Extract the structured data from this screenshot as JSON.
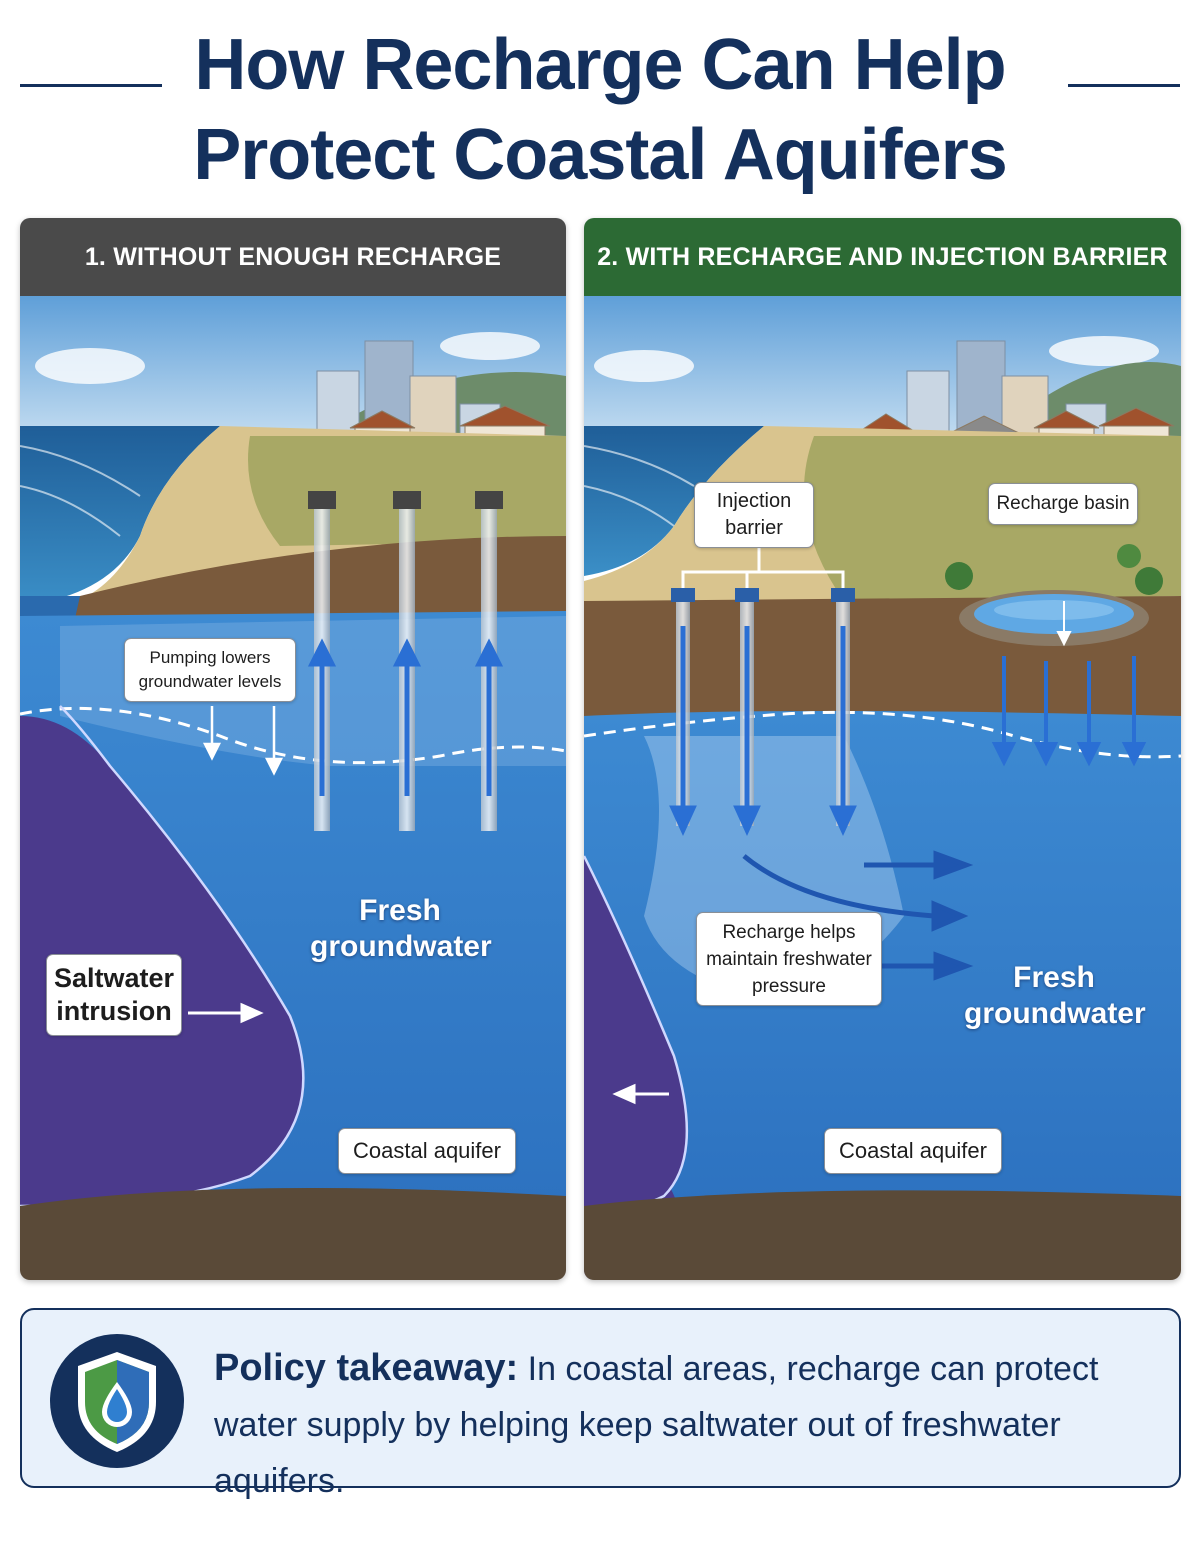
{
  "title": {
    "line1": "How Recharge Can Help",
    "line2": "Protect Coastal Aquifers"
  },
  "colors": {
    "navy": "#14305c",
    "panel1_header": "#4a4a4a",
    "panel2_header": "#2c6a34",
    "freshwater": "#2e78c8",
    "saltwater": "#4b3a8c",
    "soil": "#7a5a3c"
  },
  "panel1": {
    "header": "1. WITHOUT ENOUGH RECHARGE",
    "pumping_label": {
      "line1": "Pumping lowers",
      "line2": "groundwater levels"
    },
    "fresh_label": {
      "line1": "Fresh",
      "line2": "groundwater"
    },
    "saltwater_label": {
      "line1": "Saltwater",
      "line2": "intrusion"
    },
    "aquifer_label": "Coastal aquifer"
  },
  "panel2": {
    "header": "2. WITH RECHARGE AND INJECTION BARRIER",
    "injection_label": {
      "line1": "Injection",
      "line2": "barrier"
    },
    "basin_label": "Recharge basin",
    "pressure_label": {
      "line1": "Recharge helps",
      "line2": "maintain freshwater",
      "line3": "pressure"
    },
    "fresh_label": {
      "line1": "Fresh",
      "line2": "groundwater"
    },
    "aquifer_label": "Coastal aquifer"
  },
  "takeaway": {
    "heading": "Policy takeaway:",
    "text_line1": "In coastal areas, recharge can protect",
    "text_line2": "water supply by helping keep saltwater out of freshwater aquifers.",
    "icon": "shield-water-drop-icon"
  }
}
